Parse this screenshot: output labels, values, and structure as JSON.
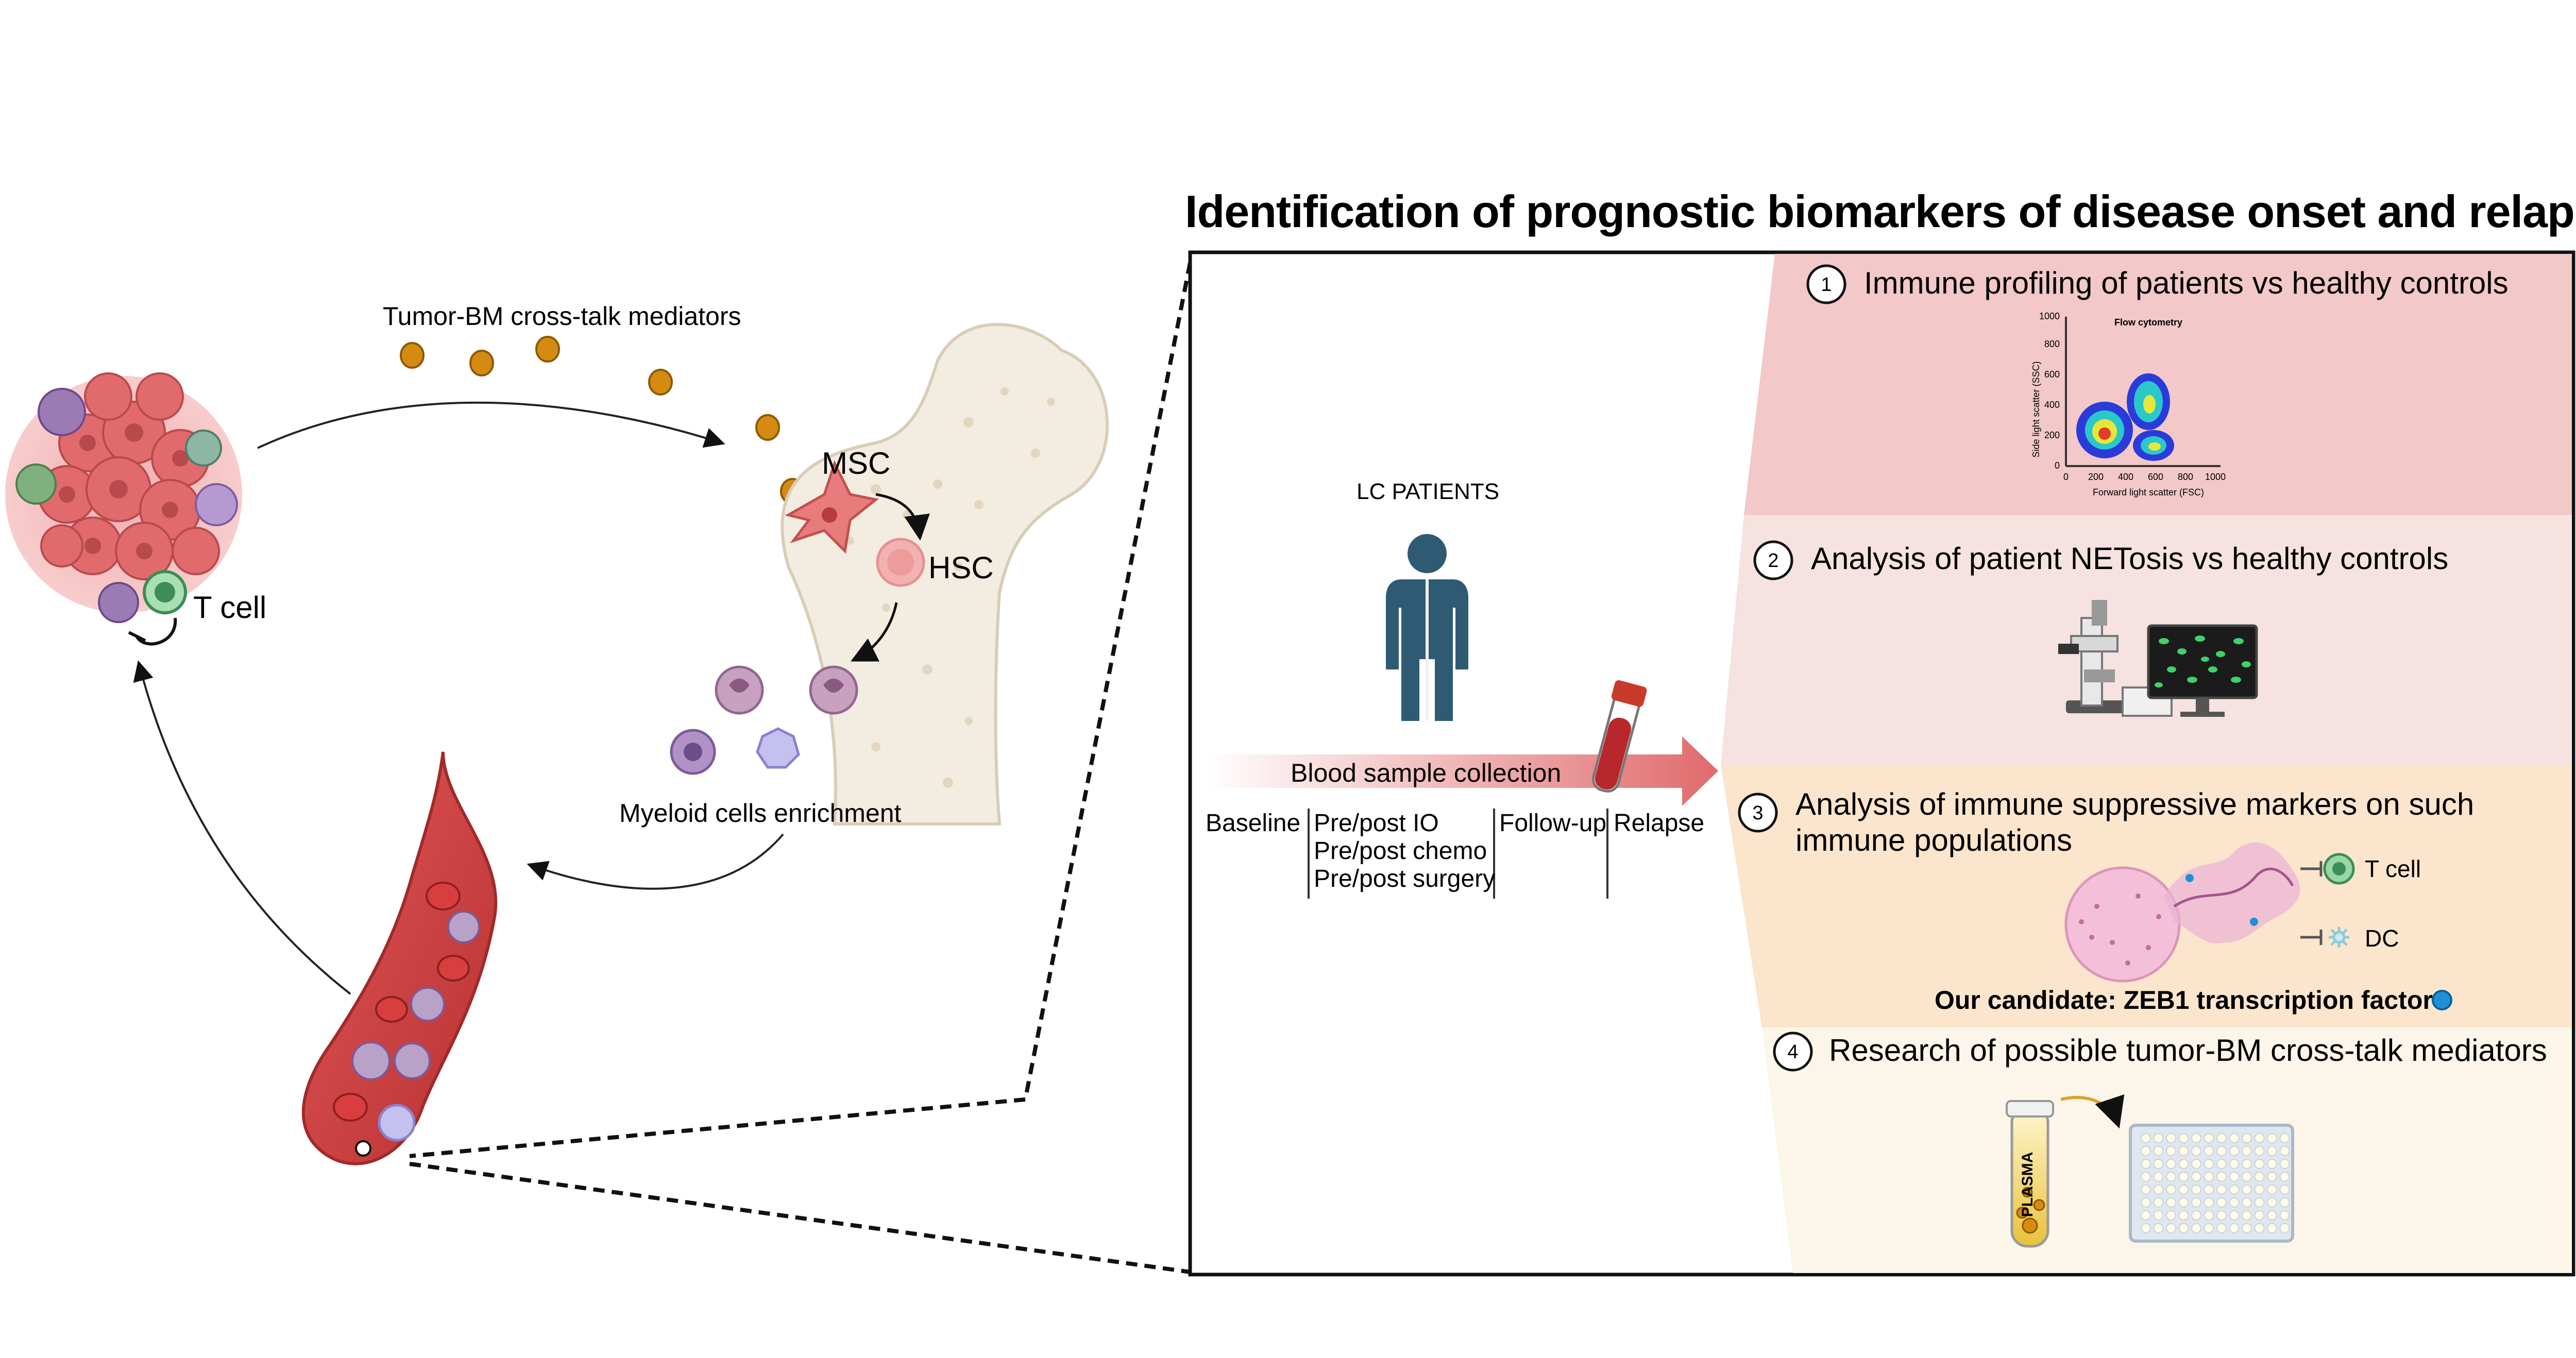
{
  "title": "Identification of prognostic biomarkers of disease onset and relapse",
  "left": {
    "mediators_label": "Tumor-BM cross-talk mediators",
    "msc_label": "MSC",
    "hsc_label": "HSC",
    "tcell_label": "T cell",
    "myeloid_label": "Myeloid cells enrichment"
  },
  "center": {
    "patients_label": "LC PATIENTS",
    "arrow_label": "Blood sample collection",
    "timepoints": [
      {
        "label": "Baseline"
      },
      {
        "label": "Pre/post IO\nPre/post chemo\nPre/post surgery"
      },
      {
        "label": "Follow-up"
      },
      {
        "label": "Relapse"
      }
    ]
  },
  "panels": [
    {
      "num": "1",
      "title": "Immune profiling of patients vs healthy controls",
      "color": "#f2c8c8"
    },
    {
      "num": "2",
      "title": "Analysis of patient NETosis vs healthy controls",
      "color": "#f6e0df"
    },
    {
      "num": "3",
      "title": "Analysis of immune suppressive markers on such\nimmune populations",
      "color": "#fbe6cf"
    },
    {
      "num": "4",
      "title": "Research of possible tumor-BM cross-talk mediators",
      "color": "#fcf5e8"
    }
  ],
  "flow": {
    "title": "Flow cytometry",
    "ylabel": "Side light scatter (SSC)",
    "xlabel": "Forward light scatter (FSC)",
    "yticks": [
      "0",
      "200",
      "400",
      "600",
      "800",
      "1000"
    ],
    "xticks": [
      "0",
      "200",
      "400",
      "600",
      "800",
      "1000"
    ]
  },
  "panel3": {
    "tcell_label": "T cell",
    "dc_label": "DC",
    "candidate": "Our candidate: ZEB1 transcription factor"
  },
  "panel4": {
    "tube_label": "PLASMA"
  },
  "colors": {
    "blood_red": "#c0393b",
    "person_blue": "#2f5a74",
    "particle_orange": "#d58b12",
    "zeb1_blue": "#1e90d8"
  }
}
